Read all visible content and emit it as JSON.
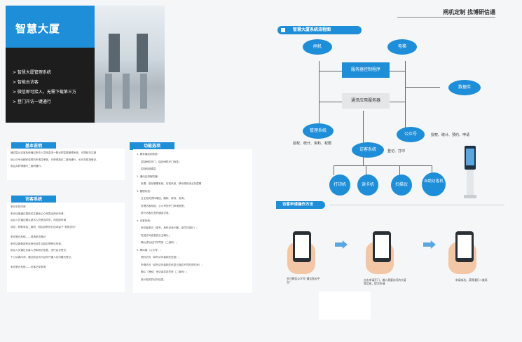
{
  "hero": {
    "title": "智慧大厦",
    "features": [
      "> 智慧大厦管理系统",
      "> 智能云访客",
      "> 微信即可接入，无需下载第三方",
      "> 登门开访一键通行"
    ]
  },
  "basic": {
    "header": "基本说明",
    "lines": [
      "通过智云访客系统通过来访人员信息进一登记的智能管理系统，可提前关注微",
      "信公众号全程完成预约申请并审核，可获得离访二维码通行，也可在现场登记，",
      "验证并获得通行二维码通行。"
    ]
  },
  "visitor": {
    "header": "访客系统",
    "lines": [
      "来访手机申请",
      "来访访客通过提前关注微信公众号提出拜访申请，",
      "后台人员通过确认被访人员是否同意，同意即申请",
      "成功，获取电话二维码，刚后到有效日自动留下“拒绝访问”",
      "来访登记系统——现场来访登记",
      "来访访客使用有效身份证件当前办理拜访申请，",
      "前台人员通过访客人员和到访信息，进行后台登记，",
      "于公访客问询，通过前台访问证件开通人访问模式登记。",
      "来访登记系统——访客记录查询"
    ]
  },
  "functions": {
    "header": "功能选项",
    "lines": [
      "1. 服务端控制系统：",
      "控制闸机开门，保存闸机开门信息；",
      "控制电梯楼层",
      "2. 通讯应用服务器：",
      "处理、保存管理系统、访客系统、移动端系统业务逻辑",
      "3. 管理系统：",
      "业主相关资料增加、删除、修改、查询；",
      "处理访客系统、公众号的开门申请批授；",
      "统计访客业务的通话记录。",
      "4. 访客系统：",
      "来访者登记（填写、身份证读卡器、证件扫描仪）；",
      "发送访问信息到业主确认；",
      "确认成功后打印凭条（二维码）。",
      "5. 移动端（公众号）：",
      "预约访问（填写访问者相关信息）；",
      "申请访问（填写访问者相关信息与指纹不同的查时间）；",
      "确认（授权）来访者发送凭条（二维码）；",
      "统计相关的访问信息。"
    ]
  },
  "right": {
    "headline": "闸机定制 找博研信通",
    "flow_title": "智慧大厦系统流程图",
    "nodes": {
      "gate": "闸机",
      "elevator": "电梯",
      "database": "数据库",
      "management": "管理系统",
      "wechat": "公众号",
      "visitor_sys": "访客系统",
      "printer": "打印机",
      "card_reader": "读卡机",
      "scanner": "扫描仪",
      "kiosk": "自助访客机",
      "server_ctrl": "服务器控制程序",
      "comm_server": "通讯应用服务器"
    },
    "notes": {
      "management": "授权、统计、资料、权限",
      "wechat": "授权、统计、预约、申请",
      "visitor": "登记、打印"
    },
    "process_title": "访客申请操作方法",
    "steps": [
      "关注微信公众号“通达智云平台”",
      "点击申请开门，输入需要访问的大厦等信息，提交申请",
      "申请成功，获得通行二维码"
    ]
  },
  "colors": {
    "accent": "#1e8ed8",
    "dark": "#1d1d1d"
  }
}
